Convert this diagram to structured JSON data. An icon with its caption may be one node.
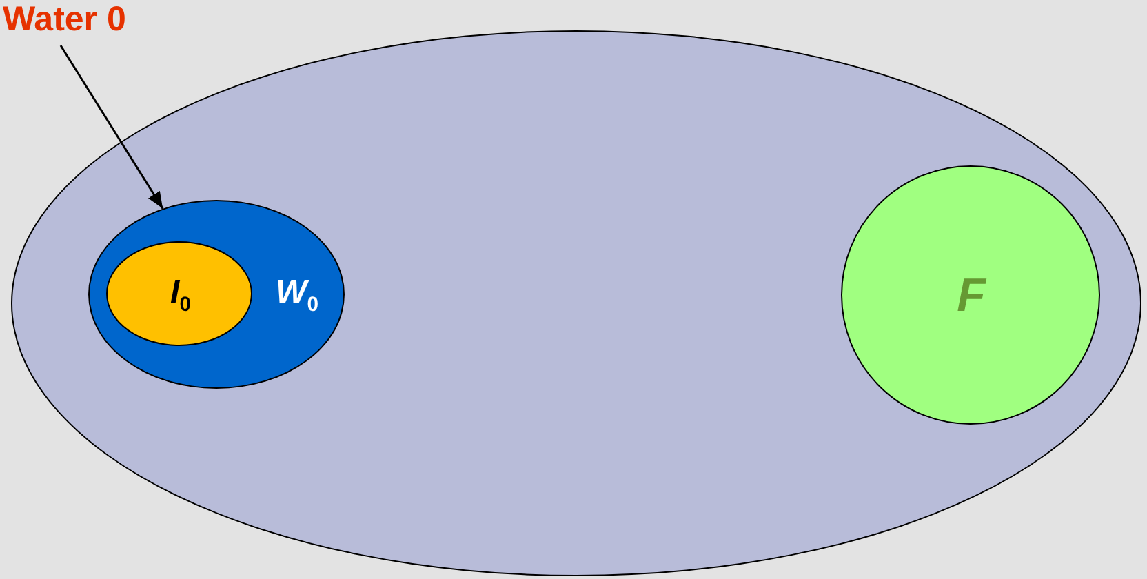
{
  "diagram": {
    "nodes": [
      {
        "text": [],
        "shape": "ellipse"
      },
      {
        "text": [
          "W$_{0}$"
        ],
        "in": 0
      },
      {
        "text": [
          "I$_{0}$"
        ],
        "in": 1
      },
      {
        "text": [
          "F"
        ],
        "in": 0
      },
      {
        "text": [
          "Water 0"
        ]
      }
    ],
    "edges": [
      {
        "from": 4,
        "to": 1,
        "arrow": "to"
      }
    ]
  }
}
